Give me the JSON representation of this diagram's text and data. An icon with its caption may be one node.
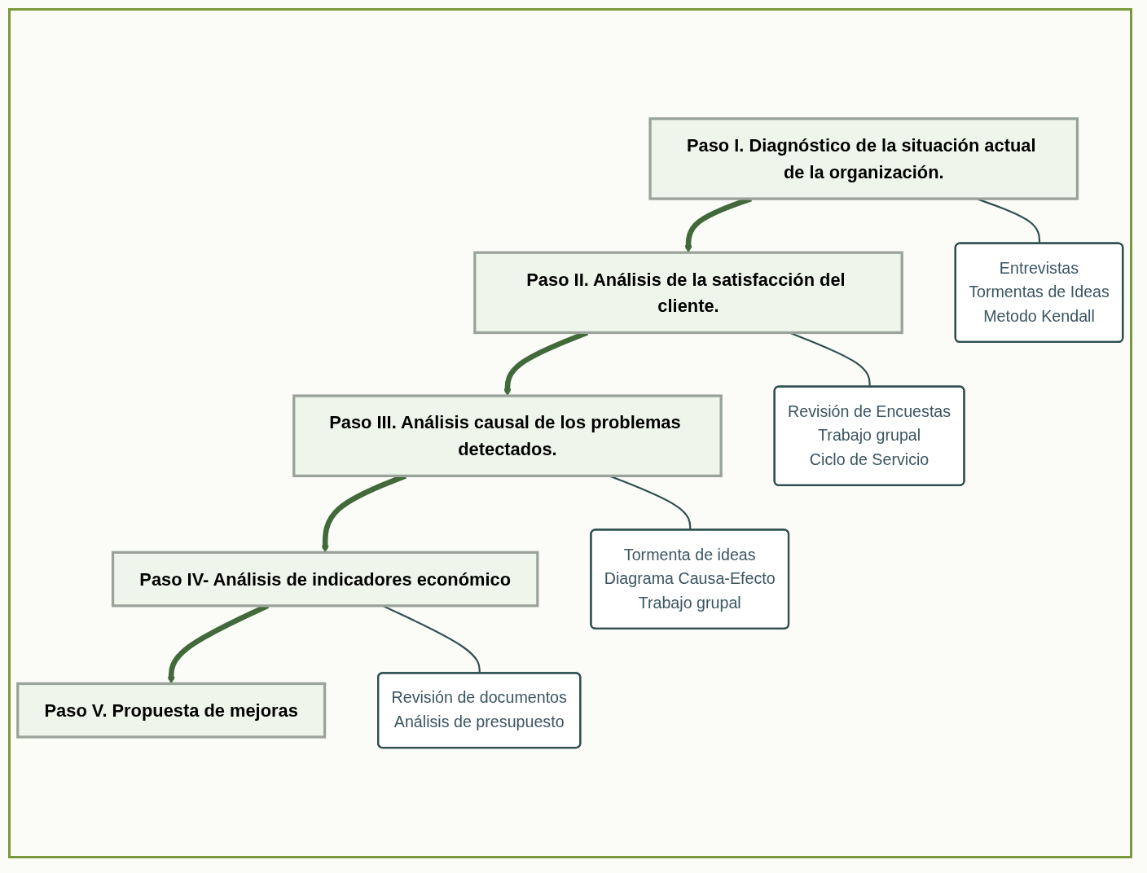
{
  "diagram": {
    "nodes": [
      {
        "text": [
          "Paso I. Diagnóstico de la situación actual de la organización."
        ]
      },
      {
        "text": [
          "Paso II. Análisis de la satisfacción del cliente."
        ]
      },
      {
        "text": [
          "Paso III. Análisis causal de los problemas detectados."
        ]
      },
      {
        "text": [
          "Paso IV- Análisis de indicadores económico"
        ]
      },
      {
        "text": [
          "Paso V. Propuesta de mejoras"
        ]
      },
      {
        "text": [
          "Entrevistas",
          "Tormentas de Ideas",
          "Metodo Kendall"
        ]
      },
      {
        "text": [
          "Revisión de Encuestas",
          "Trabajo grupal",
          "Ciclo de Servicio"
        ]
      },
      {
        "text": [
          "Tormenta de ideas",
          "Diagrama Causa-Efecto",
          "Trabajo grupal"
        ]
      },
      {
        "text": [
          "Revisión de documentos",
          "Análisis de presupuesto"
        ]
      }
    ],
    "edges": [
      {
        "from": 0,
        "to": 1,
        "arrow": "to",
        "style": "thick",
        "color": "#41693a"
      },
      {
        "from": 1,
        "to": 2,
        "arrow": "to",
        "style": "thick",
        "color": "#41693a"
      },
      {
        "from": 2,
        "to": 3,
        "arrow": "to",
        "style": "thick",
        "color": "#41693a"
      },
      {
        "from": 3,
        "to": 4,
        "arrow": "to",
        "style": "thick",
        "color": "#41693a"
      },
      {
        "from": 0,
        "to": 5,
        "arrow": "none"
      },
      {
        "from": 1,
        "to": 6,
        "arrow": "none"
      },
      {
        "from": 2,
        "to": 7,
        "arrow": "none"
      },
      {
        "from": 3,
        "to": 8,
        "arrow": "none"
      }
    ]
  }
}
